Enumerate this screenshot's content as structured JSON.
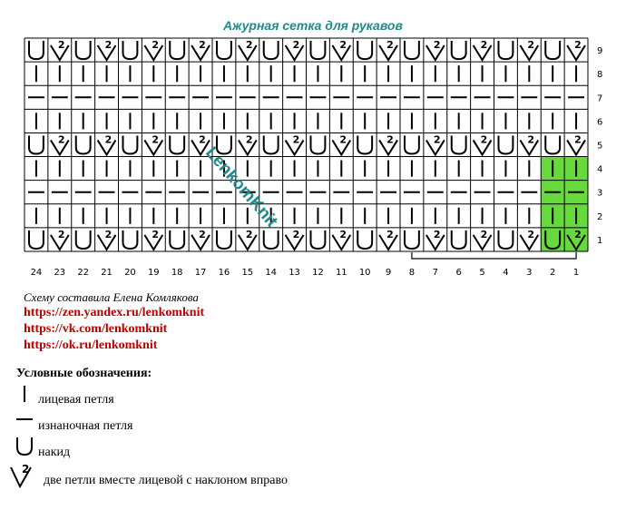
{
  "chart_data": {
    "type": "table",
    "title": "Ажурная сетка для рукавов",
    "columns": 24,
    "rows": 9,
    "column_labels": [
      "24",
      "23",
      "22",
      "21",
      "20",
      "19",
      "18",
      "17",
      "16",
      "15",
      "14",
      "13",
      "12",
      "11",
      "10",
      "9",
      "8",
      "7",
      "6",
      "5",
      "4",
      "3",
      "2",
      "1"
    ],
    "row_labels": [
      "9",
      "8",
      "7",
      "6",
      "5",
      "4",
      "3",
      "2",
      "1"
    ],
    "row_patterns": {
      "9": "yo-k2tog",
      "8": "knit",
      "7": "purl",
      "6": "knit",
      "5": "yo-k2tog",
      "4": "knit",
      "3": "purl",
      "2": "knit",
      "1": "yo-k2tog"
    },
    "repeat_bracket": {
      "from_column": 8,
      "to_column": 1
    },
    "highlight": {
      "columns": [
        2,
        1
      ],
      "rows": [
        1,
        2,
        3,
        4
      ],
      "color": "#66d93d"
    },
    "stitch_label": "2",
    "watermark": "LenkomKnit"
  },
  "credit": "Схему составила Елена Комлякова",
  "links": [
    "https://zen.yandex.ru/lenkomknit",
    "https://vk.com/lenkomknit",
    "https://ok.ru/lenkomknit"
  ],
  "legend": {
    "title": "Условные обозначения:",
    "items": [
      {
        "icon": "knit-stitch-icon",
        "text": "лицевая петля"
      },
      {
        "icon": "purl-stitch-icon",
        "text": "изнаночная петля"
      },
      {
        "icon": "yarn-over-icon",
        "text": "накид"
      },
      {
        "icon": "k2tog-right-icon",
        "text": "две петли вместе лицевой с наклоном вправо"
      }
    ]
  },
  "colors": {
    "title": "#1f8a8a",
    "links": "#c00000",
    "highlight": "#66d93d",
    "grid": "#000000"
  }
}
